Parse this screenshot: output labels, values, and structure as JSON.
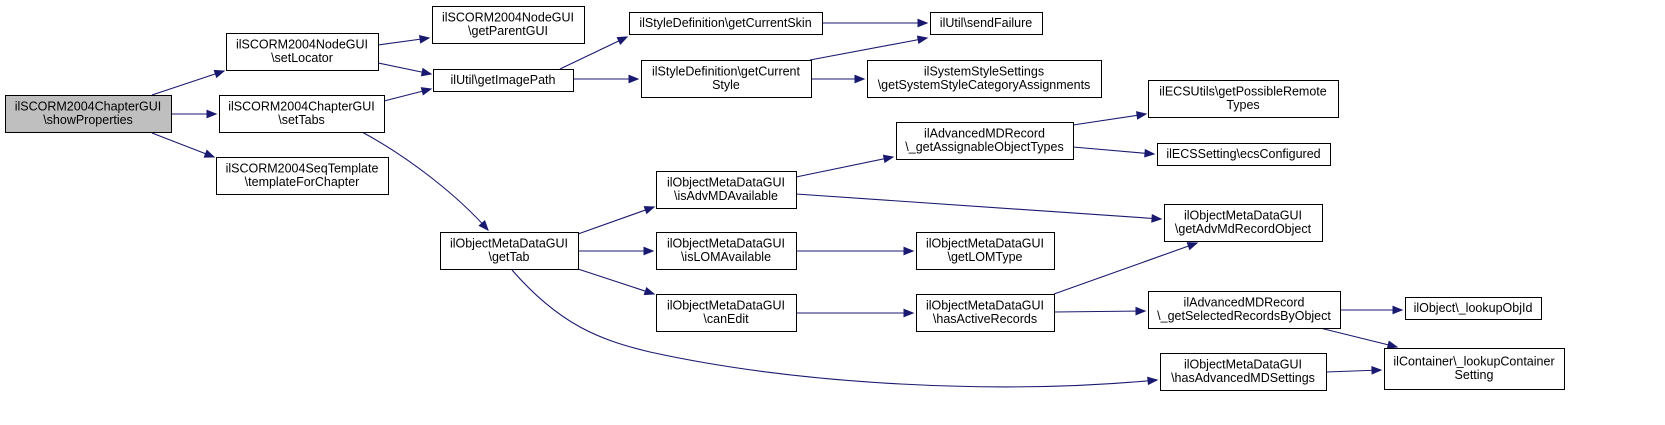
{
  "graph": {
    "type": "call-graph",
    "colors": {
      "edge": "#191970",
      "root_fill": "#bfbfbf",
      "node_fill": "#ffffff",
      "node_stroke": "#000000"
    },
    "nodes": [
      {
        "id": "n0",
        "lines": [
          "ilSCORM2004ChapterGUI",
          "\\showProperties"
        ],
        "root": true
      },
      {
        "id": "n1",
        "lines": [
          "ilSCORM2004NodeGUI",
          "\\setLocator"
        ]
      },
      {
        "id": "n2",
        "lines": [
          "ilSCORM2004ChapterGUI",
          "\\setTabs"
        ]
      },
      {
        "id": "n3",
        "lines": [
          "ilSCORM2004SeqTemplate",
          "\\templateForChapter"
        ]
      },
      {
        "id": "n4",
        "lines": [
          "ilSCORM2004NodeGUI",
          "\\getParentGUI"
        ]
      },
      {
        "id": "n5",
        "lines": [
          "ilUtil\\getImagePath"
        ]
      },
      {
        "id": "n6",
        "lines": [
          "ilObjectMetaDataGUI",
          "\\getTab"
        ]
      },
      {
        "id": "n7",
        "lines": [
          "ilStyleDefinition\\getCurrentSkin"
        ]
      },
      {
        "id": "n8",
        "lines": [
          "ilStyleDefinition\\getCurrent",
          "Style"
        ]
      },
      {
        "id": "n9",
        "lines": [
          "ilUtil\\sendFailure"
        ]
      },
      {
        "id": "n10",
        "lines": [
          "ilSystemStyleSettings",
          "\\getSystemStyleCategoryAssignments"
        ]
      },
      {
        "id": "n11",
        "lines": [
          "ilObjectMetaDataGUI",
          "\\isAdvMDAvailable"
        ]
      },
      {
        "id": "n12",
        "lines": [
          "ilObjectMetaDataGUI",
          "\\isLOMAvailable"
        ]
      },
      {
        "id": "n13",
        "lines": [
          "ilObjectMetaDataGUI",
          "\\canEdit"
        ]
      },
      {
        "id": "n14",
        "lines": [
          "ilAdvancedMDRecord",
          "\\_getAssignableObjectTypes"
        ]
      },
      {
        "id": "n15",
        "lines": [
          "ilObjectMetaDataGUI",
          "\\getLOMType"
        ]
      },
      {
        "id": "n16",
        "lines": [
          "ilObjectMetaDataGUI",
          "\\hasActiveRecords"
        ]
      },
      {
        "id": "n17",
        "lines": [
          "ilECSUtils\\getPossibleRemote",
          "Types"
        ]
      },
      {
        "id": "n18",
        "lines": [
          "ilECSSetting\\ecsConfigured"
        ]
      },
      {
        "id": "n19",
        "lines": [
          "ilObjectMetaDataGUI",
          "\\getAdvMdRecordObject"
        ]
      },
      {
        "id": "n20",
        "lines": [
          "ilAdvancedMDRecord",
          "\\_getSelectedRecordsByObject"
        ]
      },
      {
        "id": "n21",
        "lines": [
          "ilObjectMetaDataGUI",
          "\\hasAdvancedMDSettings"
        ]
      },
      {
        "id": "n22",
        "lines": [
          "ilObject\\_lookupObjId"
        ]
      },
      {
        "id": "n23",
        "lines": [
          "ilContainer\\_lookupContainer",
          "Setting"
        ]
      }
    ],
    "edges": [
      {
        "from": "n0",
        "to": "n1"
      },
      {
        "from": "n0",
        "to": "n2"
      },
      {
        "from": "n0",
        "to": "n3"
      },
      {
        "from": "n1",
        "to": "n4"
      },
      {
        "from": "n1",
        "to": "n5"
      },
      {
        "from": "n2",
        "to": "n5"
      },
      {
        "from": "n2",
        "to": "n6"
      },
      {
        "from": "n5",
        "to": "n7"
      },
      {
        "from": "n5",
        "to": "n8"
      },
      {
        "from": "n7",
        "to": "n9"
      },
      {
        "from": "n8",
        "to": "n9"
      },
      {
        "from": "n8",
        "to": "n10"
      },
      {
        "from": "n6",
        "to": "n11"
      },
      {
        "from": "n6",
        "to": "n12"
      },
      {
        "from": "n6",
        "to": "n13"
      },
      {
        "from": "n6",
        "to": "n21"
      },
      {
        "from": "n11",
        "to": "n14"
      },
      {
        "from": "n11",
        "to": "n19"
      },
      {
        "from": "n12",
        "to": "n15"
      },
      {
        "from": "n13",
        "to": "n16"
      },
      {
        "from": "n14",
        "to": "n17"
      },
      {
        "from": "n14",
        "to": "n18"
      },
      {
        "from": "n16",
        "to": "n19"
      },
      {
        "from": "n16",
        "to": "n20"
      },
      {
        "from": "n20",
        "to": "n22"
      },
      {
        "from": "n20",
        "to": "n23"
      },
      {
        "from": "n21",
        "to": "n23"
      }
    ]
  }
}
